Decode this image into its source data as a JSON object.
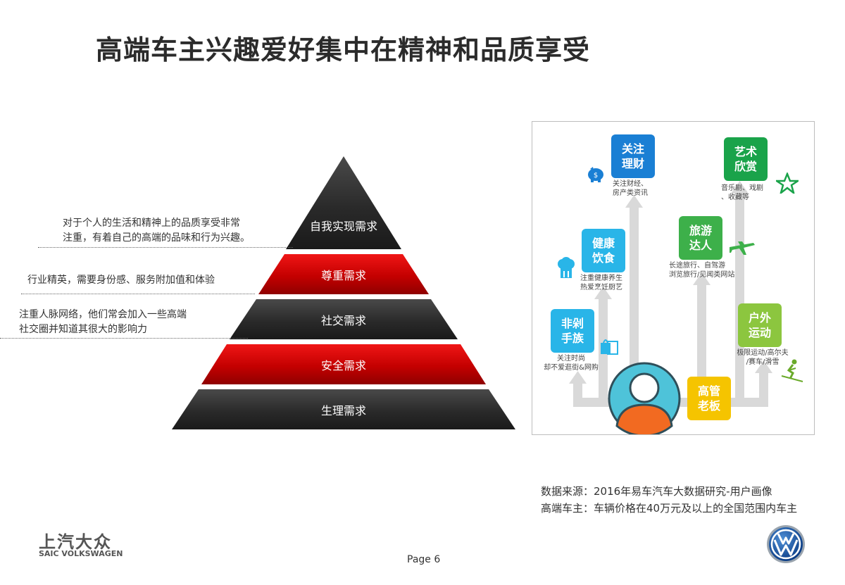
{
  "title": "高端车主兴趣爱好集中在精神和品质享受",
  "pyramid": {
    "levels": [
      {
        "label": "自我实现需求",
        "color": "#2a2a2a"
      },
      {
        "label": "尊重需求",
        "color": "#d40000"
      },
      {
        "label": "社交需求",
        "color": "#2a2a2a"
      },
      {
        "label": "安全需求",
        "color": "#d40000"
      },
      {
        "label": "生理需求",
        "color": "#2a2a2a"
      }
    ],
    "annotations": [
      {
        "line1": "对于个人的生活和精神上的品质享受非常",
        "line2": "注重，有着自己的高端的品味和行为兴趣。"
      },
      {
        "line1": "行业精英，需要身份感、服务附加值和体验",
        "line2": ""
      },
      {
        "line1": "注重人脉网络，他们常会加入一些高端",
        "line2": "社交圈并知道其很大的影响力"
      }
    ]
  },
  "interests": {
    "tiles": [
      {
        "label": "关注\n理财",
        "desc": "关注财经、\n房产类资讯",
        "color": "#1a7fd4"
      },
      {
        "label": "艺术\n欣赏",
        "desc": "音乐剧、戏剧\n、收藏等",
        "color": "#1aa34a"
      },
      {
        "label": "健康\n饮食",
        "desc": "注重健康养生\n热爱烹饪厨艺",
        "color": "#29b5e8"
      },
      {
        "label": "旅游\n达人",
        "desc": "长途旅行、自驾游\n浏览旅行/见闻类网站",
        "color": "#3db04a"
      },
      {
        "label": "非剁\n手族",
        "desc": "关注时尚\n却不爱逛街&网购",
        "color": "#29b5e8"
      },
      {
        "label": "户外\n运动",
        "desc": "极限运动/高尔夫\n/赛车/滑雪",
        "color": "#8cc63f"
      },
      {
        "label": "高管\n老板",
        "desc": "",
        "color": "#f5c400"
      }
    ],
    "icons": [
      "piggy-bank-icon",
      "star-icon",
      "chef-hat-icon",
      "airplane-icon",
      "shopping-bag-icon",
      "skier-icon",
      "person-avatar-icon"
    ]
  },
  "source": {
    "line1": "数据来源：2016年易车汽车大数据研究-用户画像",
    "line2": "高端车主：车辆价格在40万元及以上的全国范围内车主"
  },
  "footer": {
    "brand_cn": "上汽大众",
    "brand_en": "SAIC VOLKSWAGEN",
    "page": "Page 6"
  }
}
